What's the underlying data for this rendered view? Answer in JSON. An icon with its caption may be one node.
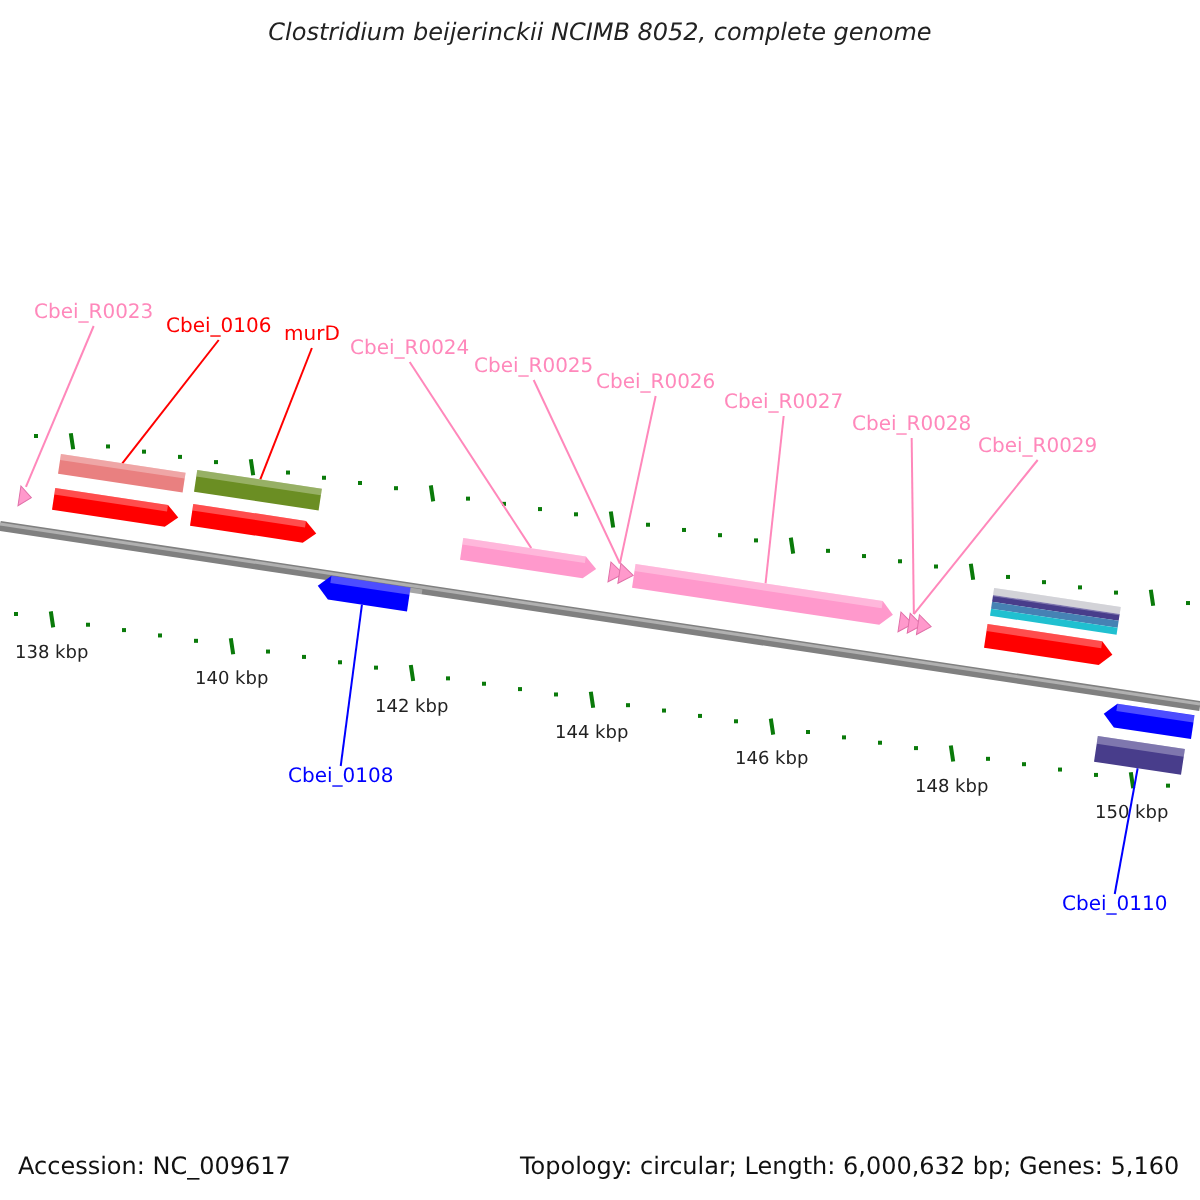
{
  "diagram": {
    "title": "Clostridium beijerinckii NCIMB 8052, complete genome",
    "nodes": [
      {
        "text": [
          "Cbei_R0023"
        ]
      },
      {
        "text": [
          "Cbei_0106"
        ]
      },
      {
        "text": [
          "murD"
        ]
      },
      {
        "text": [
          "Cbei_R0024"
        ]
      },
      {
        "text": [
          "Cbei_R0025"
        ]
      },
      {
        "text": [
          "Cbei_R0026"
        ]
      },
      {
        "text": [
          "Cbei_R0027"
        ]
      },
      {
        "text": [
          "Cbei_R0028"
        ]
      },
      {
        "text": [
          "Cbei_R0029"
        ]
      },
      {
        "text": [
          "Cbei_0108"
        ]
      },
      {
        "text": [
          "Cbei_0110"
        ]
      },
      {
        "text": [],
        "shape": "arrow"
      },
      {
        "text": [],
        "shape": "bar"
      },
      {
        "text": [],
        "shape": "bar"
      },
      {
        "text": [],
        "shape": "arrow"
      },
      {
        "text": [],
        "shape": "arrow"
      },
      {
        "text": [],
        "shape": "arrow"
      },
      {
        "text": [],
        "shape": "arrow"
      },
      {
        "text": [],
        "shape": "arrow"
      },
      {
        "text": [],
        "shape": "arrow"
      },
      {
        "text": [],
        "shape": "bar"
      },
      {
        "text": [],
        "shape": "arrow"
      },
      {
        "text": [],
        "shape": "arrow"
      },
      {
        "text": [],
        "shape": "arrow"
      },
      {
        "text": [],
        "shape": "bar"
      }
    ],
    "edges": [
      {
        "from": 0,
        "to": 11,
        "arrow": "none"
      },
      {
        "from": 1,
        "to": 12,
        "arrow": "none",
        "color": "#ff0000"
      },
      {
        "from": 2,
        "to": 13,
        "arrow": "none",
        "color": "#ff0000"
      },
      {
        "from": 3,
        "to": 16,
        "arrow": "none"
      },
      {
        "from": 4,
        "to": 17,
        "arrow": "none"
      },
      {
        "from": 5,
        "to": 17,
        "arrow": "none"
      },
      {
        "from": 6,
        "to": 18,
        "arrow": "none"
      },
      {
        "from": 7,
        "to": 19,
        "arrow": "none"
      },
      {
        "from": 8,
        "to": 19,
        "arrow": "none"
      },
      {
        "from": 9,
        "to": 22,
        "arrow": "none",
        "color": "#0000ff"
      },
      {
        "from": 10,
        "to": 24,
        "arrow": "none",
        "color": "#0000ff"
      }
    ],
    "labels": [
      "138 kbp",
      "140 kbp",
      "142 kbp",
      "144 kbp",
      "146 kbp",
      "148 kbp",
      "150 kbp",
      "Accession: NC_009617",
      "Topology: circular; Length: 6,000,632 bp; Genes: 5,160"
    ]
  }
}
